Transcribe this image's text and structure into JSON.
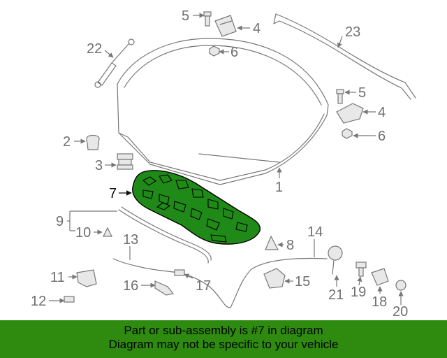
{
  "callouts": {
    "c1": "1",
    "c2": "2",
    "c3": "3",
    "c4a": "4",
    "c4b": "4",
    "c5a": "5",
    "c5b": "5",
    "c6a": "6",
    "c6b": "6",
    "c7": "7",
    "c8": "8",
    "c9": "9",
    "c10": "10",
    "c11": "11",
    "c12": "12",
    "c13": "13",
    "c14": "14",
    "c15": "15",
    "c16": "16",
    "c17": "17",
    "c18": "18",
    "c19": "19",
    "c20": "20",
    "c21": "21",
    "c22": "22",
    "c23": "23"
  },
  "banner": {
    "line1": "Part or sub-assembly is #7 in diagram",
    "line2": "Diagram may not be specific to your vehicle"
  },
  "colors": {
    "highlight_part": "#1f8a17",
    "banner_bg": "#2e8b0f",
    "line_art": "#777777"
  }
}
